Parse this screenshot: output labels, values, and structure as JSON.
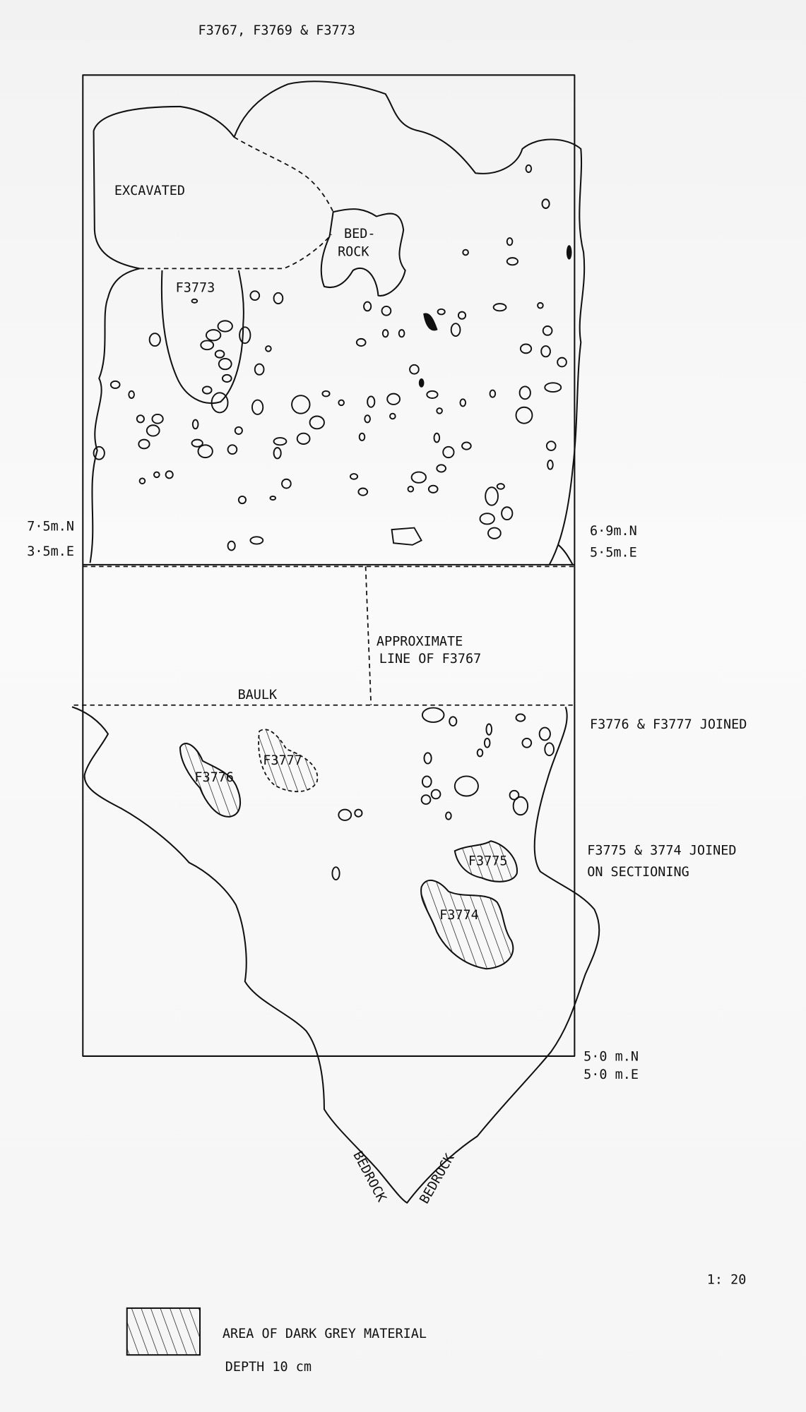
{
  "title": "F3767, F3769 & F3773",
  "plan": {
    "labels": {
      "excavated": "EXCAVATED",
      "bedrock_top_1": "BED-",
      "bedrock_top_2": "ROCK",
      "f3773": "F3773",
      "approximate_1": "APPROXIMATE",
      "approximate_2": "LINE OF F3767",
      "baulk": "BAULK",
      "f3776": "F3776",
      "f3777": "F3777",
      "f3775": "F3775",
      "f3774": "F3774",
      "bedrock_left": "BEDROCK",
      "bedrock_right": "BEDROCK"
    },
    "coordinates": {
      "left_n": "7·5m.N",
      "left_e": "3·5m.E",
      "right_n": "6·9m.N",
      "right_e": "5·5m.E",
      "bottom_n": "5·0 m.N",
      "bottom_e": "5·0 m.E"
    },
    "notes": {
      "joined_1": "F3776 & F3777 JOINED",
      "joined_2a": "F3775 & 3774 JOINED",
      "joined_2b": "ON SECTIONING"
    }
  },
  "scale": "1: 20",
  "legend": {
    "line1": "AREA  OF DARK GREY MATERIAL",
    "line2": "DEPTH  10 cm"
  }
}
